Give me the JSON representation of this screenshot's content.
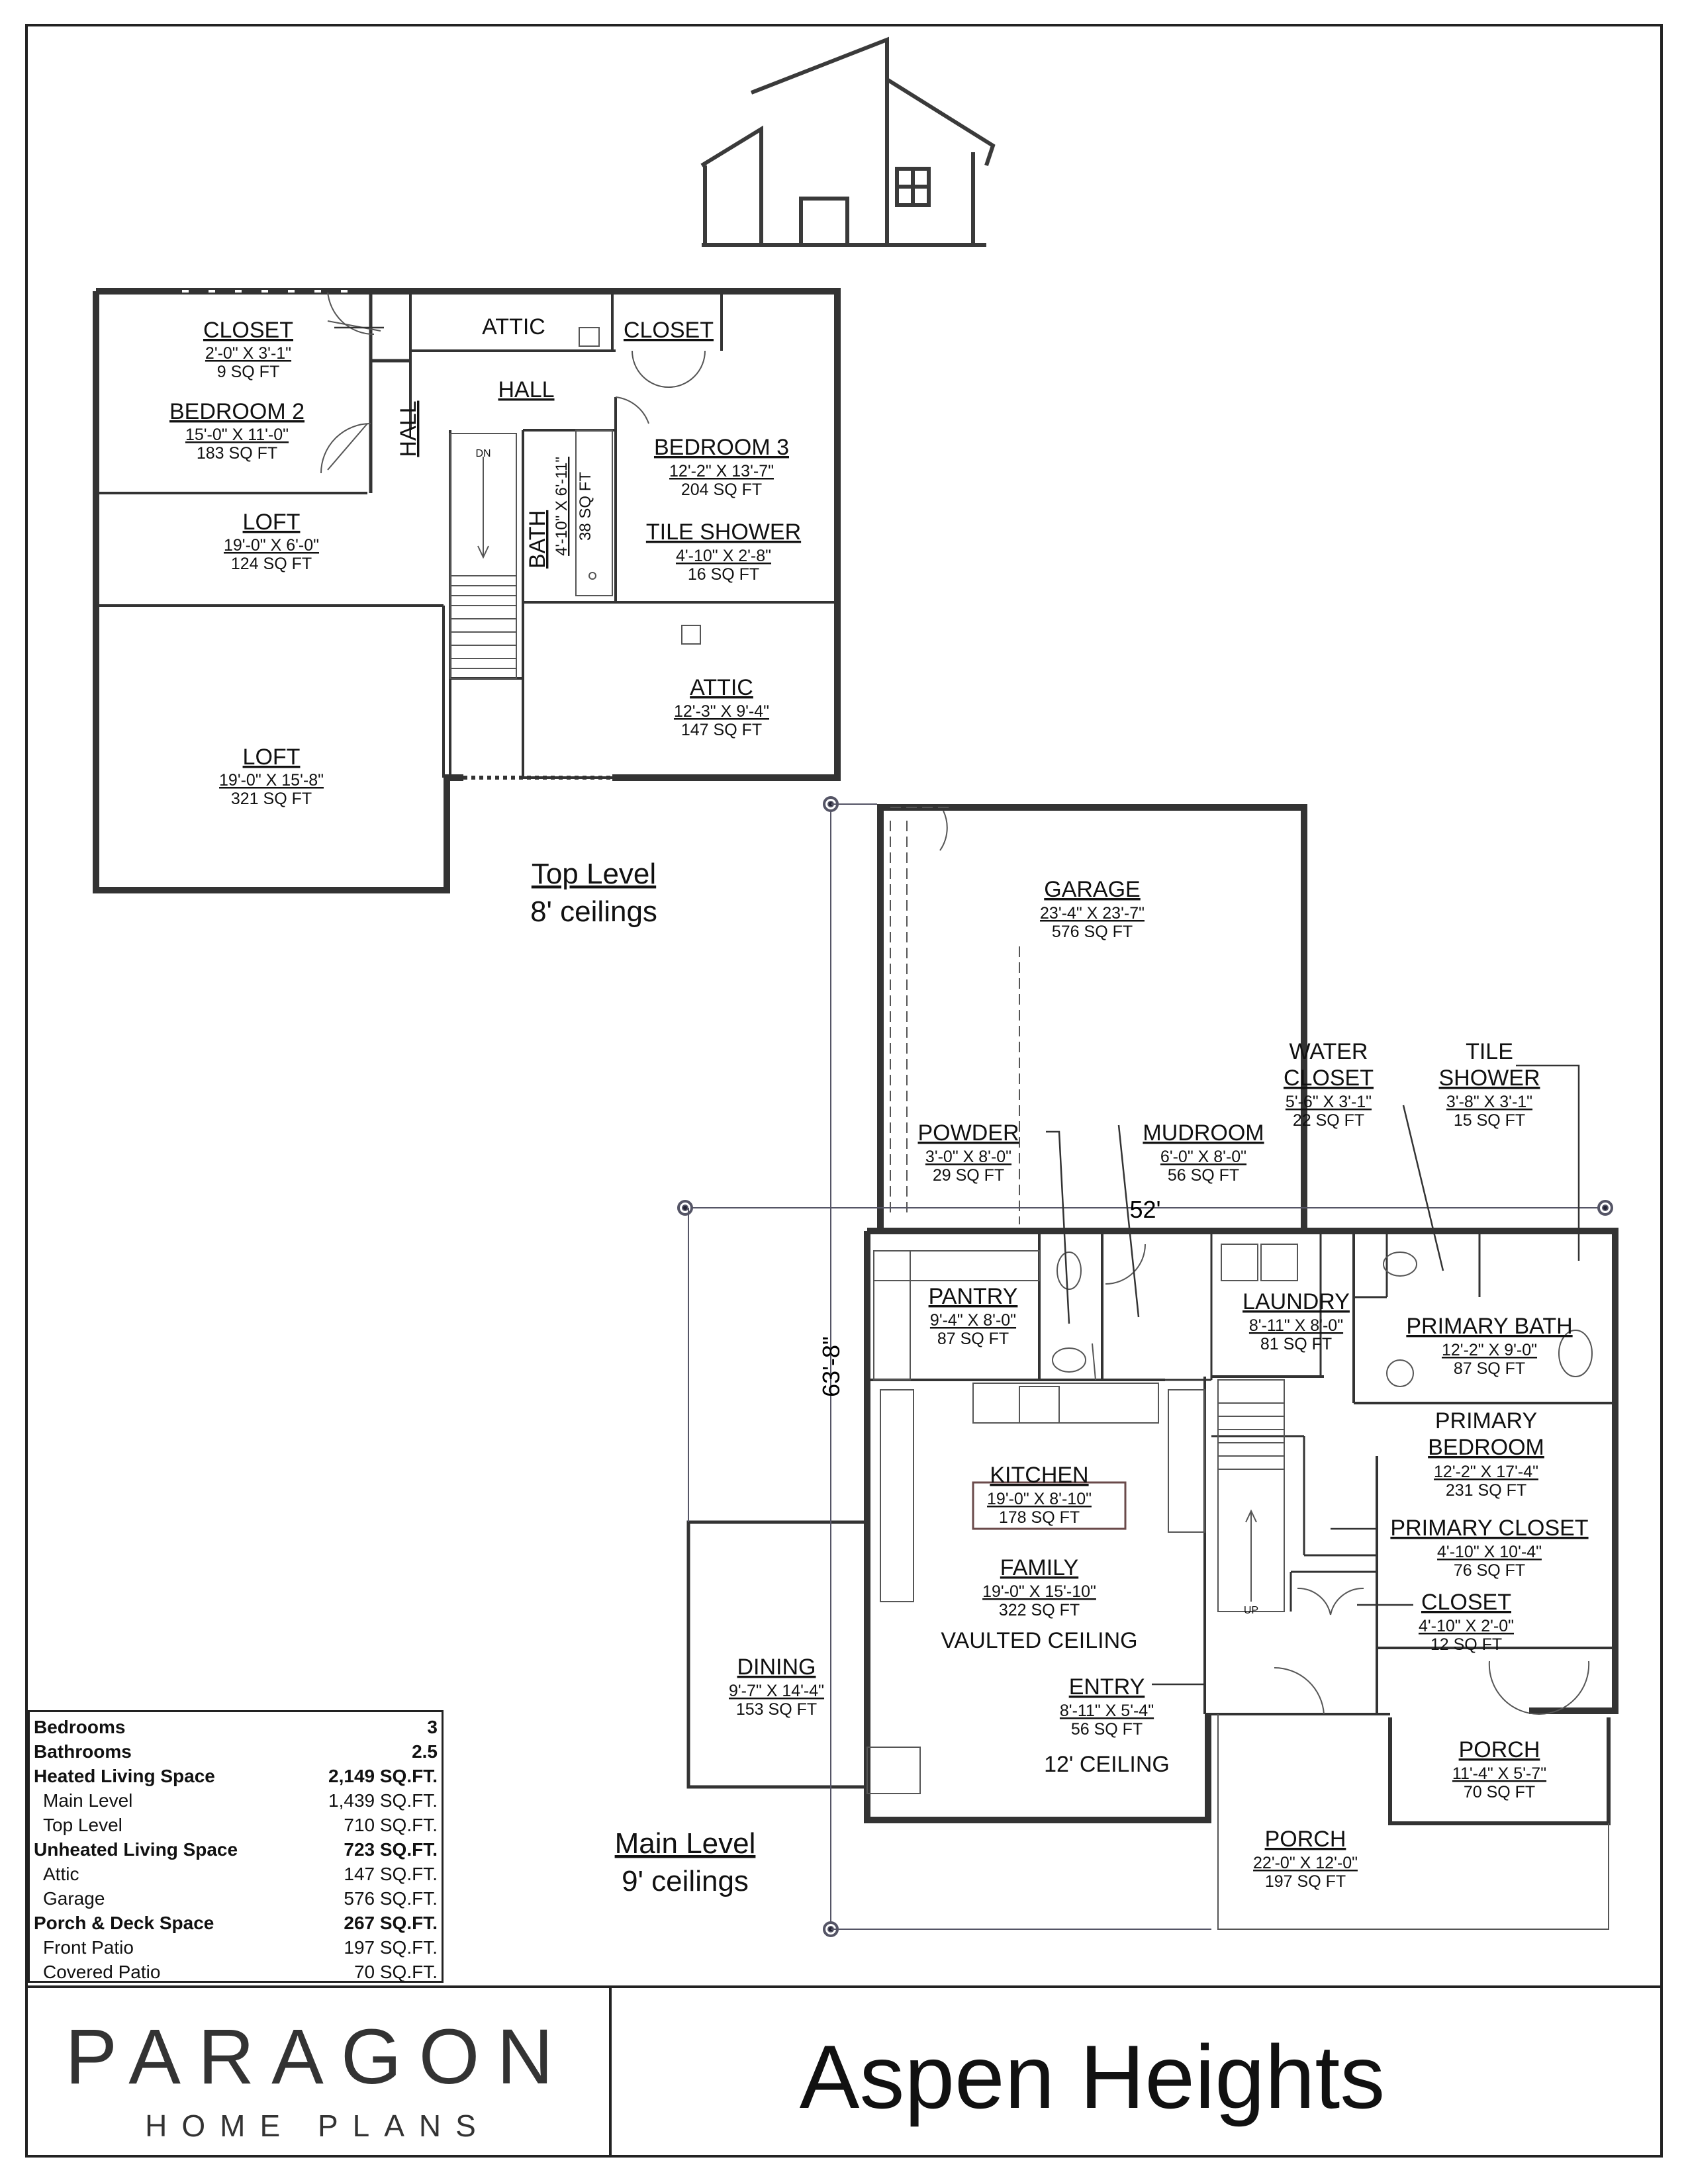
{
  "level_top": {
    "title": "Top Level",
    "ceiling": "8' ceilings"
  },
  "level_main": {
    "title": "Main Level",
    "ceiling": "9' ceilings"
  },
  "dimensions": {
    "width": "52'",
    "depth": "63'-8\""
  },
  "misc": {
    "dn": "DN",
    "up": "UP"
  },
  "rooms_top": [
    {
      "name": "CLOSET",
      "size": "2'-0\" X 3'-1\"",
      "area": "9 SQ FT"
    },
    {
      "name": "BEDROOM 2",
      "size": "15'-0\" X 11'-0\"",
      "area": "183 SQ FT"
    },
    {
      "name": "ATTIC"
    },
    {
      "name": "CLOSET"
    },
    {
      "name": "HALL"
    },
    {
      "name": "HALL"
    },
    {
      "name": "BEDROOM 3",
      "size": "12'-2\" X 13'-7\"",
      "area": "204 SQ FT"
    },
    {
      "name": "BATH",
      "size": "4'-10\" X 6'-11\"",
      "area": "38 SQ FT"
    },
    {
      "name": "TILE SHOWER",
      "size": "4'-10\" X 2'-8\"",
      "area": "16 SQ FT"
    },
    {
      "name": "LOFT",
      "size": "19'-0\" X 6'-0\"",
      "area": "124 SQ FT"
    },
    {
      "name": "ATTIC",
      "size": "12'-3\" X 9'-4\"",
      "area": "147 SQ FT"
    },
    {
      "name": "LOFT",
      "size": "19'-0\" X 15'-8\"",
      "area": "321 SQ FT"
    }
  ],
  "rooms_main": [
    {
      "name": "GARAGE",
      "size": "23'-4\" X 23'-7\"",
      "area": "576 SQ FT"
    },
    {
      "name": "WATER",
      "name2": "CLOSET",
      "size": "5'-6\" X 3'-1\"",
      "area": "22 SQ FT"
    },
    {
      "name": "TILE",
      "name2": "SHOWER",
      "size": "3'-8\" X 3'-1\"",
      "area": "15 SQ FT"
    },
    {
      "name": "POWDER",
      "size": "3'-0\" X 8'-0\"",
      "area": "29 SQ FT"
    },
    {
      "name": "MUDROOM",
      "size": "6'-0\" X 8'-0\"",
      "area": "56 SQ FT"
    },
    {
      "name": "PANTRY",
      "size": "9'-4\" X 8'-0\"",
      "area": "87 SQ FT"
    },
    {
      "name": "LAUNDRY",
      "size": "8'-11\" X 8'-0\"",
      "area": "81 SQ FT"
    },
    {
      "name": "PRIMARY BATH",
      "size": "12'-2\" X 9'-0\"",
      "area": "87 SQ FT"
    },
    {
      "name": "PRIMARY",
      "name2": "BEDROOM",
      "size": "12'-2\" X 17'-4\"",
      "area": "231 SQ FT"
    },
    {
      "name": "KITCHEN",
      "size": "19'-0\" X 8'-10\"",
      "area": "178 SQ FT"
    },
    {
      "name": "FAMILY",
      "size": "19'-0\" X 15'-10\"",
      "area": "322 SQ FT",
      "note": "VAULTED CEILING"
    },
    {
      "name": "PRIMARY CLOSET",
      "size": "4'-10\" X 10'-4\"",
      "area": "76 SQ FT"
    },
    {
      "name": "CLOSET",
      "size": "4'-10\" X 2'-0\"",
      "area": "12 SQ FT"
    },
    {
      "name": "DINING",
      "size": "9'-7\" X 14'-4\"",
      "area": "153 SQ FT"
    },
    {
      "name": "ENTRY",
      "size": "8'-11\" X 5'-4\"",
      "area": "56 SQ FT",
      "note": "12' CEILING"
    },
    {
      "name": "PORCH",
      "size": "11'-4\" X 5'-7\"",
      "area": "70 SQ FT"
    },
    {
      "name": "PORCH",
      "size": "22'-0\" X 12'-0\"",
      "area": "197 SQ FT"
    }
  ],
  "stats": [
    {
      "label": "Bedrooms",
      "value": "3",
      "bold": true
    },
    {
      "label": "Bathrooms",
      "value": "2.5",
      "bold": true
    },
    {
      "label": "Heated Living Space",
      "value": "2,149 SQ.FT.",
      "bold": true
    },
    {
      "label": "Main Level",
      "value": "1,439 SQ.FT.",
      "bold": false
    },
    {
      "label": "Top Level",
      "value": "710 SQ.FT.",
      "bold": false
    },
    {
      "label": "Unheated Living Space",
      "value": "723 SQ.FT.",
      "bold": true
    },
    {
      "label": "Attic",
      "value": "147 SQ.FT.",
      "bold": false
    },
    {
      "label": "Garage",
      "value": "576 SQ.FT.",
      "bold": false
    },
    {
      "label": "Porch & Deck Space",
      "value": "267 SQ.FT.",
      "bold": true
    },
    {
      "label": "Front Patio",
      "value": "197 SQ.FT.",
      "bold": false
    },
    {
      "label": "Covered Patio",
      "value": "70 SQ.FT.",
      "bold": false
    }
  ],
  "brand": {
    "name": "PARAGON",
    "sub": "HOME PLANS"
  },
  "plan_name": "Aspen Heights"
}
